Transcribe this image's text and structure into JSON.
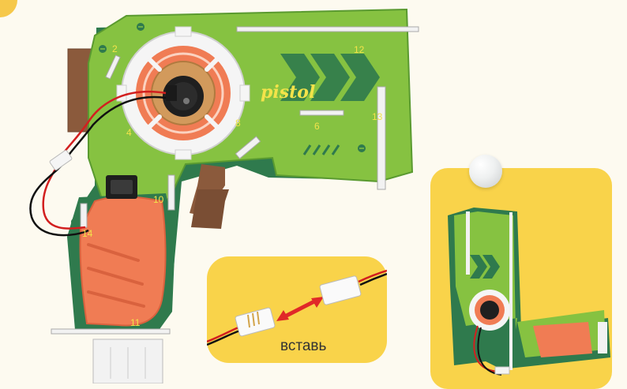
{
  "logo_text": "pistol",
  "part_numbers": [
    "2",
    "12",
    "4",
    "8",
    "6",
    "13",
    "10",
    "14",
    "11"
  ],
  "connector_caption": "вставь",
  "colors": {
    "background": "#fdfaf0",
    "panel_yellow": "#f9d34a",
    "board_light_green": "#86c241",
    "board_dark_green": "#2f7a4d",
    "handle_orange": "#f07c54",
    "wood_brown": "#8b5a3c",
    "arrow_red": "#d93a3a"
  }
}
